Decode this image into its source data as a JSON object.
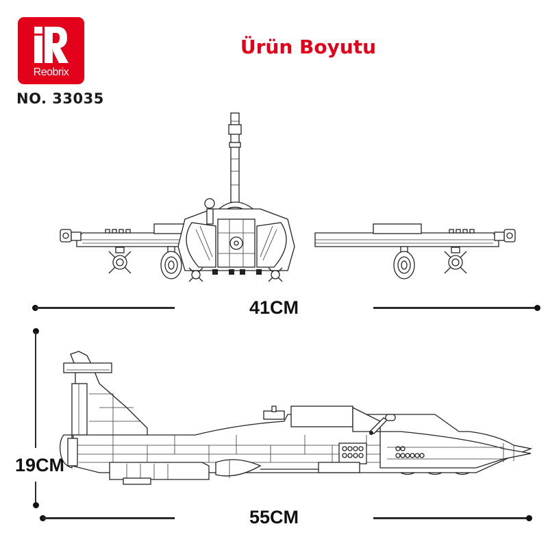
{
  "brand": {
    "name": "Reobrix",
    "logo_letter": "iR",
    "color": "#e2001a"
  },
  "product": {
    "model_number": "NO. 33035"
  },
  "header": {
    "title": "Ürün Boyutu",
    "title_color": "#e2001a"
  },
  "dimensions": {
    "wingspan": "41CM",
    "height": "19CM",
    "length": "55CM"
  },
  "illustrations": {
    "front_view": "front-view fighter jet line drawing",
    "side_view": "side-view fighter jet line drawing"
  }
}
